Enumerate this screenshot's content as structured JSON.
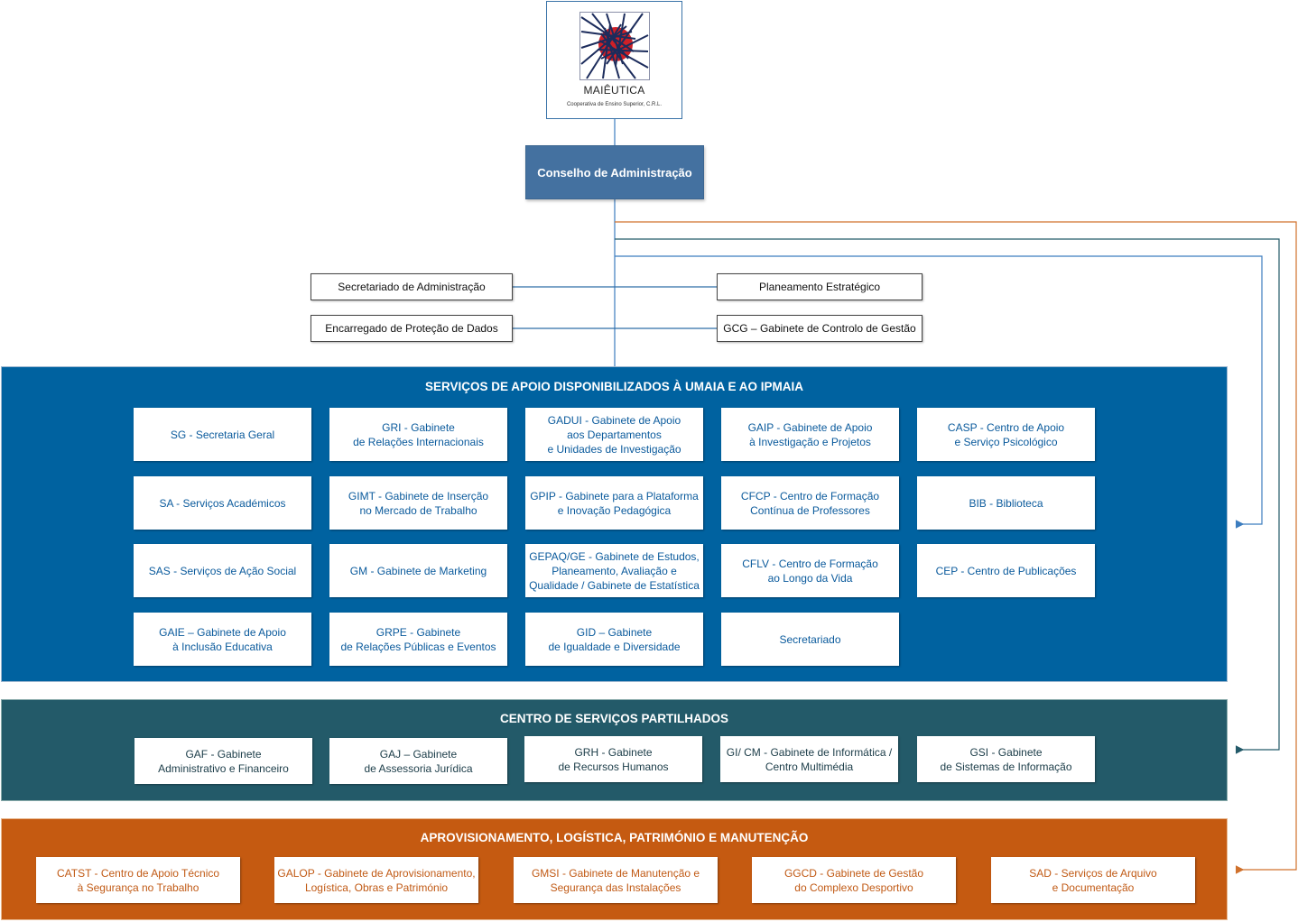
{
  "logo": {
    "name": "MAIÊUTICA",
    "subtitle": "Cooperativa de Ensino Superior, C.R.L.",
    "icon": "maieutica-logo-icon"
  },
  "board": {
    "label": "Conselho de Administração"
  },
  "staff_units": {
    "left": [
      "Secretariado de Administração",
      "Encarregado de Proteção de Dados"
    ],
    "right": [
      "Planeamento Estratégico",
      "GCG – Gabinete de Controlo de Gestão"
    ]
  },
  "colors": {
    "saad": "#0062a0",
    "csp": "#235a69",
    "alpm": "#c55a11",
    "board": "#4471a0",
    "line_blue": "#3c7dbf",
    "line_teal": "#235a69",
    "line_orange": "#d0712c"
  },
  "saad": {
    "title": "SERVIÇOS DE APOIO DISPONIBILIZADOS À UMAIA E AO IPMAIA",
    "units": [
      "SG - Secretaria Geral",
      "GRI - Gabinete\nde Relações Internacionais",
      "GADUI - Gabinete de  Apoio\naos Departamentos\ne Unidades de Investigação",
      "GAIP - Gabinete de Apoio\nà Investigação e Projetos",
      "CASP - Centro de Apoio\ne Serviço Psicológico",
      "SA - Serviços Académicos",
      "GIMT - Gabinete de Inserção\nno Mercado de Trabalho",
      "GPIP - Gabinete para a Plataforma\ne Inovação Pedagógica",
      "CFCP - Centro de Formação\nContínua de Professores",
      "BIB - Biblioteca",
      "SAS - Serviços de Ação Social",
      "GM - Gabinete de Marketing",
      "GEPAQ/GE - Gabinete de Estudos,\nPlaneamento, Avaliação e\nQualidade / Gabinete de Estatística",
      "CFLV - Centro de Formação\nao Longo da Vida",
      "CEP - Centro de Publicações",
      "GAIE – Gabinete de Apoio\nà Inclusão Educativa",
      "GRPE - Gabinete\nde Relações Públicas e Eventos",
      "GID – Gabinete\nde Igualdade e Diversidade",
      "Secretariado"
    ]
  },
  "csp": {
    "title": "CENTRO DE SERVIÇOS PARTILHADOS",
    "units": [
      "GAF - Gabinete\nAdministrativo e Financeiro",
      "GAJ – Gabinete\nde Assessoria Jurídica",
      "GRH - Gabinete\nde Recursos Humanos",
      "GI/ CM - Gabinete de Informática /\nCentro Multimédia",
      "GSI - Gabinete\nde Sistemas de Informação"
    ]
  },
  "alpm": {
    "title": "APROVISIONAMENTO, LOGÍSTICA, PATRIMÓNIO E MANUTENÇÃO",
    "units": [
      "CATST - Centro de Apoio Técnico\nà Segurança no Trabalho",
      "GALOP - Gabinete de Aprovisionamento,\nLogística, Obras e Património",
      "GMSI - Gabinete de Manutenção e\nSegurança das Instalações",
      "GGCD - Gabinete de Gestão\ndo Complexo Desportivo",
      "SAD - Serviços de Arquivo\ne Documentação"
    ]
  }
}
